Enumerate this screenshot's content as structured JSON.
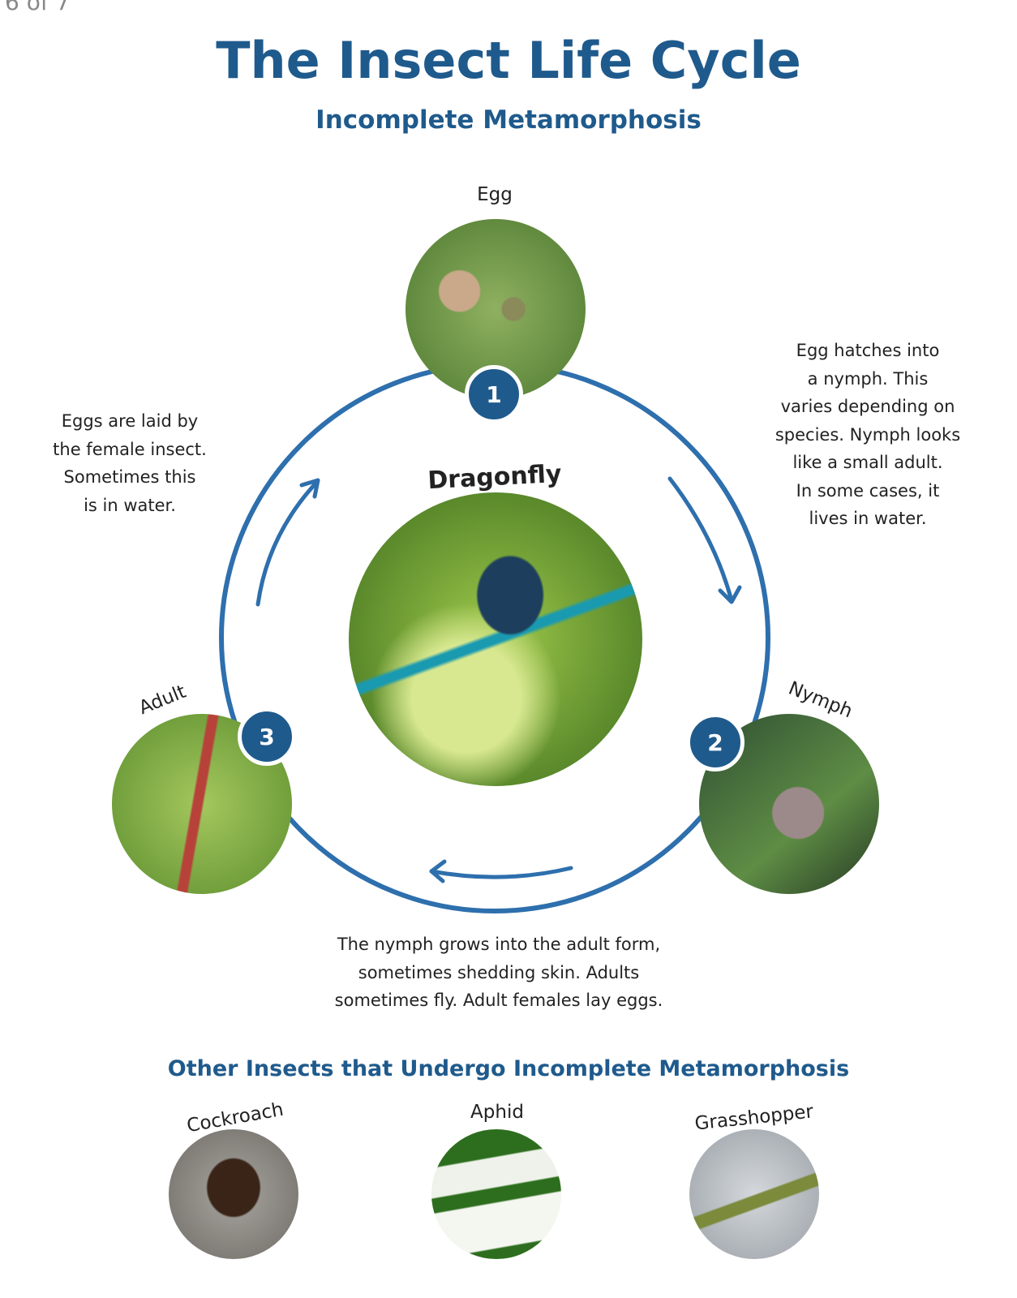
{
  "page_indicator": "6 of 7",
  "title": "The Insect Life Cycle",
  "subtitle": "Incomplete Metamorphosis",
  "center_label": "Dragonfly",
  "stages": [
    {
      "number": "1",
      "label": "Egg"
    },
    {
      "number": "2",
      "label": "Nymph"
    },
    {
      "number": "3",
      "label": "Adult"
    }
  ],
  "descriptions": {
    "eggs": [
      "Eggs are laid by",
      "the female insect.",
      "Sometimes this",
      "is in water."
    ],
    "nymph": [
      "Egg hatches into",
      "a nymph. This",
      "varies depending on",
      "species. Nymph looks",
      "like a small adult.",
      "In some cases, it",
      "lives in water."
    ],
    "adult": [
      "The nymph grows into the adult form,",
      "sometimes shedding skin. Adults",
      "sometimes fly. Adult females lay eggs."
    ]
  },
  "other_title": "Other Insects that Undergo Incomplete Metamorphosis",
  "other_insects": [
    {
      "label": "Cockroach"
    },
    {
      "label": "Aphid"
    },
    {
      "label": "Grasshopper"
    }
  ],
  "colors": {
    "accent": "#1f5a8c",
    "cycle": "#2e6fad"
  }
}
